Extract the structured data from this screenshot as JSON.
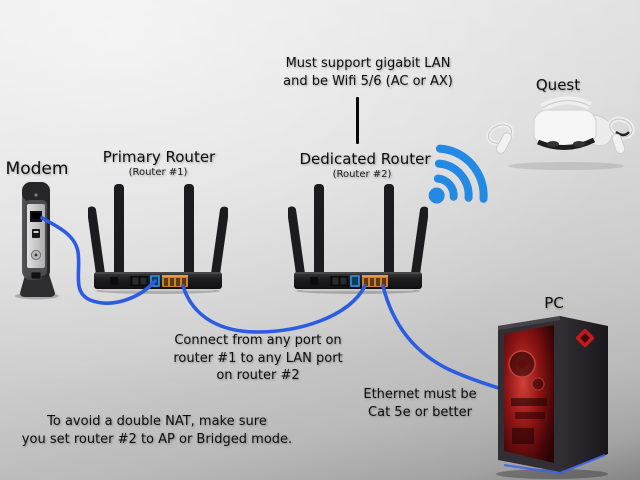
{
  "diagram": {
    "kind": "home-network-setup-diagram",
    "devices": {
      "modem_label": "Modem",
      "primary_router": {
        "name": "Primary Router",
        "sub": "(Router #1)"
      },
      "dedicated_router": {
        "name": "Dedicated Router",
        "sub": "(Router #2)"
      },
      "quest_label": "Quest",
      "pc_label": "PC"
    },
    "notes": {
      "router_requirements": "Must support gigabit LAN\nand be Wifi 5/6 (AC or AX)",
      "connection": "Connect from any port on\nrouter #1 to any LAN port\non router #2",
      "ethernet": "Ethernet must be\nCat 5e or better",
      "double_nat": "To avoid a double NAT, make sure\nyou set router #2 to AP or Bridged mode."
    },
    "icons": {
      "wifi": "wifi-signal-icon"
    },
    "colors": {
      "cable_blue": "#2b5ce2",
      "wifi_blue": "#2389e2",
      "lan_port_orange": "#d07f2e",
      "wan_port_blue": "#2d7fc4",
      "pc_glow_red": "#c51a1a",
      "background_gray": "#d6d6d6"
    }
  }
}
